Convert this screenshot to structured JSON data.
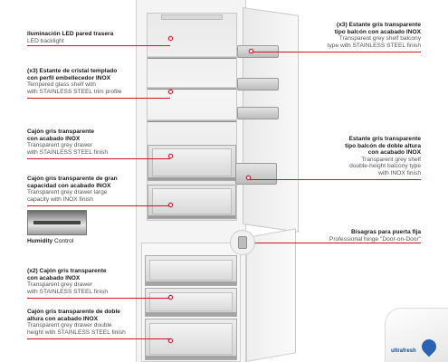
{
  "labels": {
    "led": {
      "title": "Iluminación LED pared trasera",
      "sub": "LED backlight"
    },
    "glass_shelf": {
      "title_l1": "(x3) Estante de cristal templado",
      "title_l2": "con perfil embellecedor INOX",
      "sub_l1": "Tempered glass shelf with",
      "sub_l2": "with STAINLESS STEEL trim profile"
    },
    "drawer": {
      "title_l1": "Cajón gris transparente",
      "title_l2": "con acabado INOX",
      "sub_l1": "Transparent grey drawer",
      "sub_l2": "with STAINLESS STEEL finish"
    },
    "large_drawer": {
      "title_l1": "Cajón gris transparente de gran",
      "title_l2": "capacidad con acabado INOX",
      "sub_l1": "Transparent grey drawer large",
      "sub_l2": "capacity with INOX finish"
    },
    "humidity": {
      "bold": "Humidity",
      "normal": " Control"
    },
    "freezer_drawer": {
      "title_l1": "(x2) Cajón gris transparente",
      "title_l2": "con acabado INOX",
      "sub_l1": "Transparent grey drawer",
      "sub_l2": "with STAINLESS STEEL finish"
    },
    "double_drawer": {
      "title_l1": "Cajón gris transparente de doble",
      "title_l2": "altura con acabado INOX",
      "sub_l1": "Transparent grey drawer double",
      "sub_l2": "height with STAINLESS STEEL finish"
    },
    "balcony": {
      "title_l1": "(x3) Estante gris transparente",
      "title_l2": "tipo balcón con acabado INOX",
      "sub_l1": "Transparent grey shelf balcony",
      "sub_l2": "type with STAINLESS STEEL finish"
    },
    "double_balcony": {
      "title_l1": "Estante gris transparente",
      "title_l2": "tipo balcón de doble altura",
      "title_l3": "con acabado INOX",
      "sub_l1": "Transparent grey shelf",
      "sub_l2": "double-height balcony type",
      "sub_l3": "with INOX finish"
    },
    "hinge": {
      "title": "Bisagras para puerta fija",
      "sub": "Professional hinge \"Door-on-Door\""
    }
  },
  "ultrafresh_text": "ultrafresh",
  "colors": {
    "accent": "#d2102a"
  }
}
